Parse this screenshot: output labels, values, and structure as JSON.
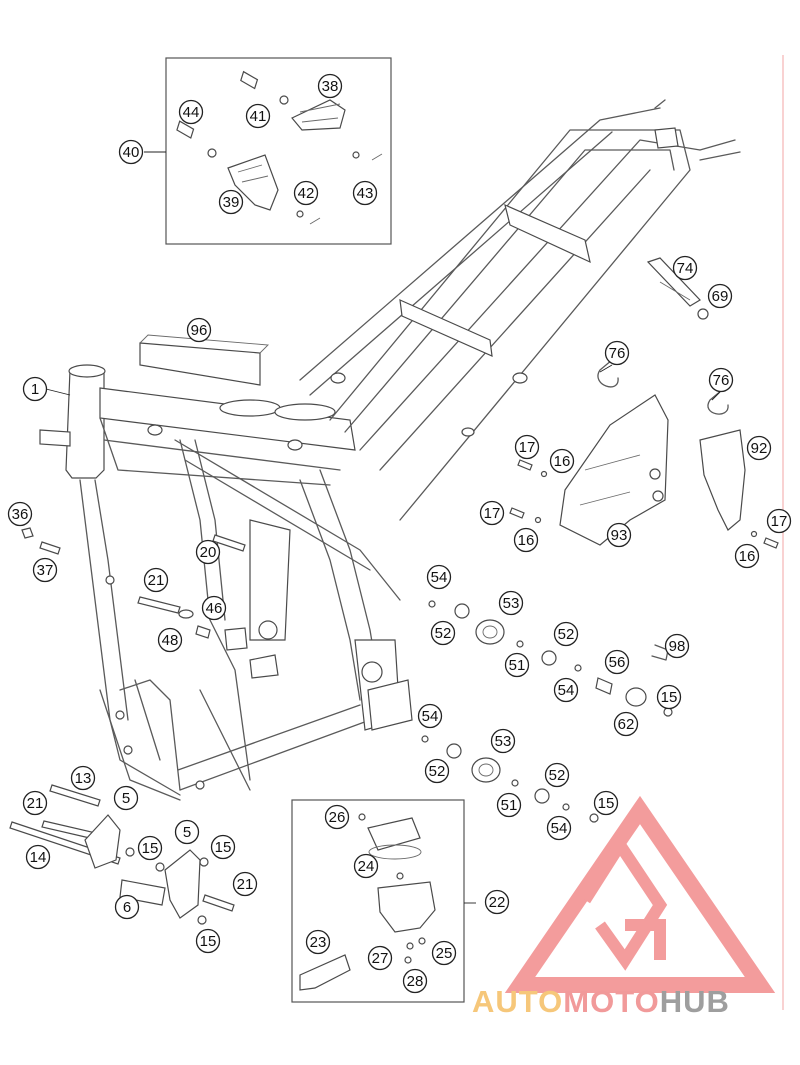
{
  "callouts": [
    {
      "label": "1"
    },
    {
      "label": "5"
    },
    {
      "label": "5"
    },
    {
      "label": "6"
    },
    {
      "label": "13"
    },
    {
      "label": "14"
    },
    {
      "label": "15"
    },
    {
      "label": "15"
    },
    {
      "label": "15"
    },
    {
      "label": "15"
    },
    {
      "label": "15"
    },
    {
      "label": "16"
    },
    {
      "label": "16"
    },
    {
      "label": "16"
    },
    {
      "label": "17"
    },
    {
      "label": "17"
    },
    {
      "label": "17"
    },
    {
      "label": "20"
    },
    {
      "label": "21"
    },
    {
      "label": "21"
    },
    {
      "label": "21"
    },
    {
      "label": "22"
    },
    {
      "label": "23"
    },
    {
      "label": "24"
    },
    {
      "label": "25"
    },
    {
      "label": "26"
    },
    {
      "label": "27"
    },
    {
      "label": "28"
    },
    {
      "label": "36"
    },
    {
      "label": "37"
    },
    {
      "label": "38"
    },
    {
      "label": "39"
    },
    {
      "label": "40"
    },
    {
      "label": "41"
    },
    {
      "label": "42"
    },
    {
      "label": "43"
    },
    {
      "label": "44"
    },
    {
      "label": "46"
    },
    {
      "label": "48"
    },
    {
      "label": "51"
    },
    {
      "label": "51"
    },
    {
      "label": "52"
    },
    {
      "label": "52"
    },
    {
      "label": "52"
    },
    {
      "label": "52"
    },
    {
      "label": "53"
    },
    {
      "label": "53"
    },
    {
      "label": "54"
    },
    {
      "label": "54"
    },
    {
      "label": "54"
    },
    {
      "label": "54"
    },
    {
      "label": "56"
    },
    {
      "label": "62"
    },
    {
      "label": "69"
    },
    {
      "label": "74"
    },
    {
      "label": "76"
    },
    {
      "label": "76"
    },
    {
      "label": "92"
    },
    {
      "label": "93"
    },
    {
      "label": "96"
    },
    {
      "label": "98"
    }
  ],
  "watermark": {
    "part1": "AUTO",
    "part2": "MOTO",
    "part3": "HUB",
    "color1": "#f6c77a",
    "color2": "#f19a9a",
    "color3": "#9e9e9e",
    "logo_color": "#ef7b7b"
  }
}
